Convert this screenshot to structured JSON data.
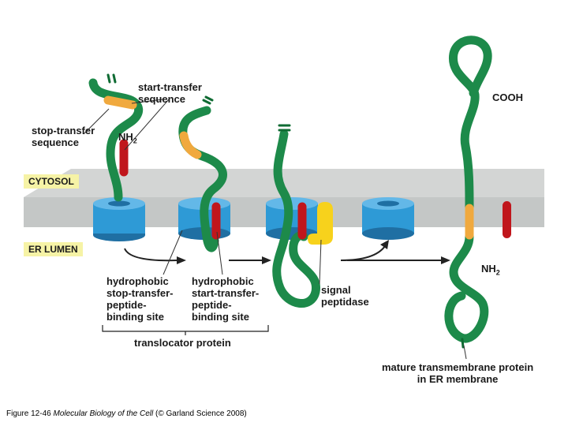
{
  "labels": {
    "start_transfer": "start-transfer\nsequence",
    "stop_transfer": "stop-transfer\nsequence",
    "nh2_top": "NH",
    "nh2_top_sub": "2",
    "cooh": "COOH",
    "nh2_bottom": "NH",
    "nh2_bottom_sub": "2",
    "cytosol": "CYTOSOL",
    "er_lumen": "ER LUMEN",
    "hydrophobic_stop": "hydrophobic\nstop-transfer-\npeptide-\nbinding site",
    "hydrophobic_start": "hydrophobic\nstart-transfer-\npeptide-\nbinding site",
    "signal_peptidase": "signal\npeptidase",
    "translocator_protein": "translocator protein",
    "mature_protein": "mature transmembrane protein\nin ER membrane"
  },
  "caption": {
    "prefix": "Figure 12-46 ",
    "book": "Molecular Biology of the Cell",
    "suffix": " (© Garland Science 2008)"
  },
  "colors": {
    "chain": "#1d8a4a",
    "chain_dark": "#0f6b33",
    "stop_transfer": "#f0a93e",
    "start_transfer": "#c0161c",
    "translocator": "#2e9ad6",
    "translocator_dark": "#1f6fa3",
    "membrane": "#c4c7c6",
    "signal_peptidase": "#f7d21c",
    "compartment_label_bg": "#f6f3a6"
  }
}
